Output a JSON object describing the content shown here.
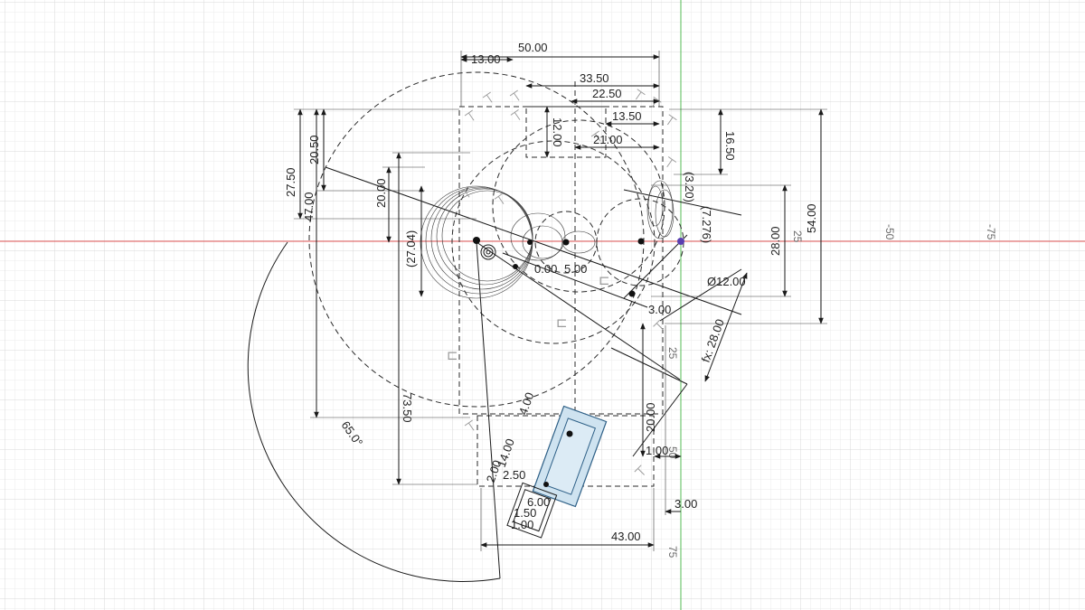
{
  "colors": {
    "grid_minor": "#e9e9e9",
    "grid_major": "#d6d6d6",
    "axis_x": "#e05555",
    "axis_y": "#55bb55",
    "line": "#1a1a1a",
    "highlight_fill": "#cfe3f0",
    "highlight_stroke": "#2d5f86",
    "origin_point": "#5a3fb0"
  },
  "axis_labels": {
    "h_neg25": "25",
    "h_neg50": "-50",
    "h_neg75": "-75",
    "v_25": "25",
    "v_50": "50",
    "v_75": "75"
  },
  "dimensions": {
    "d_50": "50.00",
    "d_13": "13.00",
    "d_33_5": "33.50",
    "d_22_5": "22.50",
    "d_13_5": "13.50",
    "d_21": "21.00",
    "d_12": "12.00",
    "d_16_5": "16.50",
    "d_27_5": "27.50",
    "d_20_5": "20.50",
    "d_47": "47.00",
    "d_20_left": "20.00",
    "d_27_04": "(27.04)",
    "d_3_2": "(3.20)",
    "d_7_276": "(7.276)",
    "d_28": "28.00",
    "d_54": "54.00",
    "d_dia12": "Ø12.00",
    "d_fx28": "fx: 28.00",
    "d_5_mid": "5.00",
    "d_0_00": "0.00",
    "d_3_mid": "3.00",
    "d_73_5": "73.50",
    "d_65deg": "65.0°",
    "d_4": "4.00",
    "d_14": "14.00",
    "d_2": "2.00",
    "d_2_5": "2.50",
    "d_6": "6.00",
    "d_1_5": "1.50",
    "d_1_low": "1.00",
    "d_20_right": "20.00",
    "d_1_right": "1.00",
    "d_43": "43.00",
    "d_3_bottom": "3.00"
  }
}
